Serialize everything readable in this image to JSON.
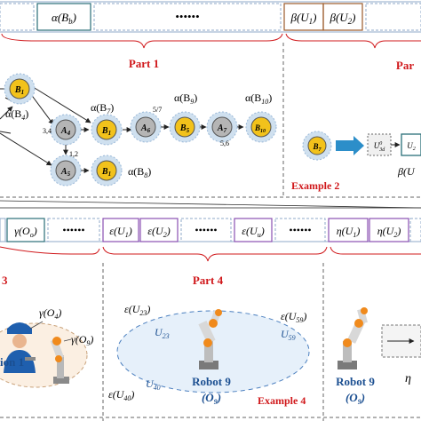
{
  "top_bar": {
    "cell_alpha_Bb": "α(B",
    "cell_alpha_Bb_sub": "b",
    "cell_alpha_Bb_close": ")",
    "dots_1": "••••••",
    "cell_beta_U1": "β(U",
    "cell_beta_U1_sub": "1",
    "cell_beta_U1_close": ")",
    "cell_beta_U2": "β(U",
    "cell_beta_U2_sub": "2",
    "cell_beta_U2_close": ")"
  },
  "part1": {
    "title": "Part 1",
    "title_right": "Par",
    "example2": "Example 2",
    "nodes": {
      "b1_top": "B",
      "b1_top_sub": "1",
      "a4_label": "A",
      "a4_sub": "4",
      "b1_mid": "B",
      "b1_mid_sub": "1",
      "a6_label": "A",
      "a6_sub": "6",
      "b5_label": "B",
      "b5_sub": "5",
      "a7_label": "A",
      "a7_sub": "7",
      "b10_label": "B",
      "b10_sub": "10",
      "a5_label": "A",
      "a5_sub": "5",
      "b1_bot": "B",
      "b1_bot_sub": "1",
      "b7_label": "B",
      "b7_sub": "7",
      "u_box": "U",
      "u_box_sub": "0",
      "u_box_sup": "3d",
      "u2_box": "U",
      "u2_box_sub": "2"
    },
    "labels": {
      "alpha_B4": "α(B",
      "alpha_B4_sub": "4",
      "alpha_B7": "α(B",
      "alpha_B7_sub": "7",
      "alpha_B9": "α(B",
      "alpha_B9_sub": "9",
      "alpha_B10": "α(B",
      "alpha_B10_sub": "10",
      "alpha_B8": "α(B",
      "alpha_B8_sub": "8",
      "beta_U": "β(U",
      "w_5_7": "5/7",
      "w_3_4": "3,4",
      "w_5_6": "5,6",
      "w_1_2": "1,2"
    }
  },
  "mid_bar": {
    "gamma_Oo": "γ(O",
    "gamma_Oo_sub": "o",
    "dots_2": "••••••",
    "eps_U1": "ε(U",
    "eps_U1_sub": "1",
    "eps_U2": "ε(U",
    "eps_U2_sub": "2",
    "dots_3": "••••••",
    "eps_Uu": "ε(U",
    "eps_Uu_sub": "u",
    "dots_4": "••••••",
    "eta_U1": "η(U",
    "eta_U1_sub": "1",
    "eta_U2": "η(U",
    "eta_U2_sub": "2"
  },
  "part4": {
    "title": "Part 4",
    "left_red": "3",
    "gamma_O4": "γ(O",
    "gamma_O4_sub": "4",
    "gamma_O9": "γ(O",
    "gamma_O9_sub": "9",
    "ion1": "ion 1",
    "eps_U23": "ε(U",
    "eps_U23_sub": "23",
    "u23": "U",
    "u23_sub": "23",
    "eps_U59": "ε(U",
    "eps_U59_sub": "59",
    "u59": "U",
    "u59_sub": "59",
    "u40": "U",
    "u40_sub": "40",
    "eps_U40": "ε(U",
    "eps_U40_sub": "40",
    "robot9": "Robot 9",
    "o9": "(O",
    "o9_sub": "9",
    "example4": "Example 4",
    "robot9_right": "Robot 9",
    "o9_right": "(O",
    "o9_right_sub": "9",
    "eta_right": "η"
  },
  "colors": {
    "gold": "#f2c21b",
    "gray_node": "#b5b5b5",
    "halo": "#cfe0ef",
    "teal_box": "#2a6f78",
    "brown_box": "#9b5b2b",
    "purple_box": "#8a4fb2",
    "red_text": "#d0181b",
    "blue_text": "#1b4f91"
  }
}
